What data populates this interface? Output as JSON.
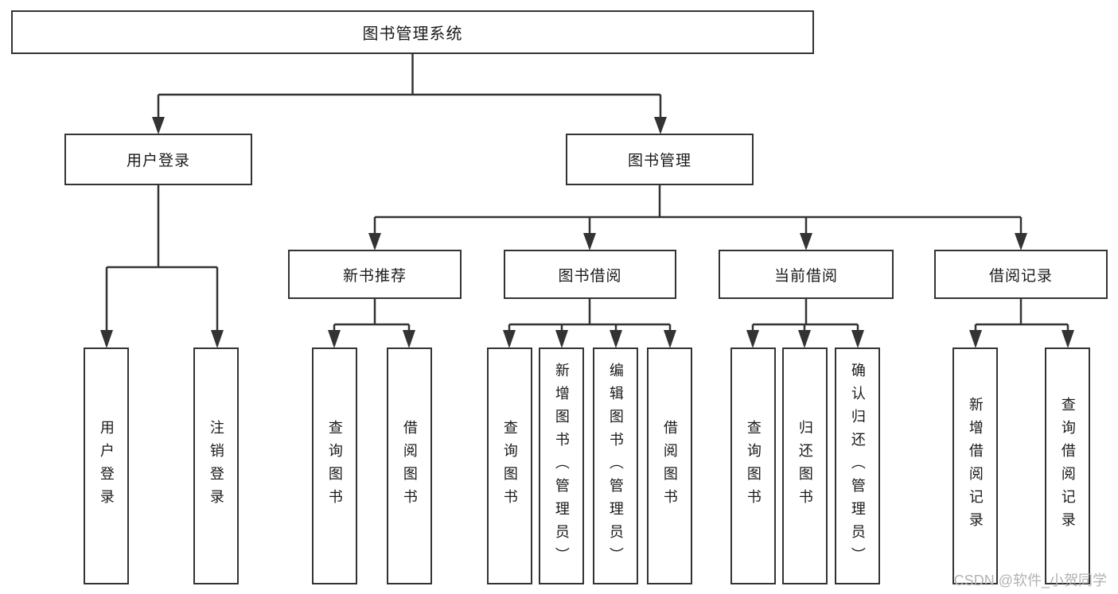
{
  "theme": {
    "background": "#ffffff",
    "line_color": "#333333",
    "box_border_color": "#333333",
    "text_color": "#1a1a1a",
    "watermark_color": "#b2b2b2"
  },
  "watermark": {
    "text": "CSDN @软件_小贺同学"
  },
  "diagram": {
    "type": "tree",
    "root": {
      "label": "图书管理系统"
    },
    "level2": [
      {
        "label": "用户登录",
        "parent": "图书管理系统"
      },
      {
        "label": "图书管理",
        "parent": "图书管理系统"
      }
    ],
    "level3": [
      {
        "label": "新书推荐",
        "parent": "图书管理"
      },
      {
        "label": "图书借阅",
        "parent": "图书管理"
      },
      {
        "label": "当前借阅",
        "parent": "图书管理"
      },
      {
        "label": "借阅记录",
        "parent": "图书管理"
      }
    ],
    "leaves": [
      {
        "label": "用户登录",
        "parent": "用户登录"
      },
      {
        "label": "注销登录",
        "parent": "用户登录"
      },
      {
        "label": "查询图书",
        "parent": "新书推荐"
      },
      {
        "label": "借阅图书",
        "parent": "新书推荐"
      },
      {
        "label": "查询图书",
        "parent": "图书借阅"
      },
      {
        "label": "新增图书（管理员）",
        "parent": "图书借阅"
      },
      {
        "label": "编辑图书（管理员）",
        "parent": "图书借阅"
      },
      {
        "label": "借阅图书",
        "parent": "图书借阅"
      },
      {
        "label": "查询图书",
        "parent": "当前借阅"
      },
      {
        "label": "归还图书",
        "parent": "当前借阅"
      },
      {
        "label": "确认归还（管理员）",
        "parent": "当前借阅"
      },
      {
        "label": "新增借阅记录",
        "parent": "借阅记录"
      },
      {
        "label": "查询借阅记录",
        "parent": "借阅记录"
      }
    ]
  }
}
